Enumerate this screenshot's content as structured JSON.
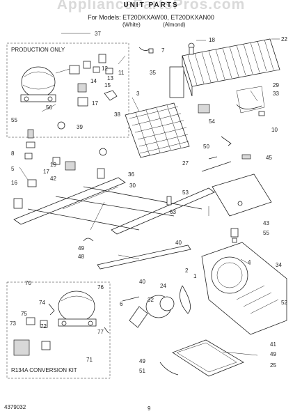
{
  "header": {
    "watermark": "AppliancePartsPros.com",
    "title": "UNIT PARTS",
    "models": "For Models: ET20DKXAW00, ET20DKXAN00",
    "variant_white": "(White)",
    "variant_almond": "(Almond)"
  },
  "insets": {
    "production_only": "PRODUCTION ONLY",
    "conversion_kit": "R134A CONVERSION KIT"
  },
  "callouts": [
    "37",
    "18",
    "22",
    "7",
    "35",
    "11",
    "12",
    "13",
    "14",
    "15",
    "17",
    "56",
    "38",
    "39",
    "55",
    "8",
    "3",
    "54",
    "29",
    "33",
    "10",
    "19",
    "17",
    "42",
    "50",
    "45",
    "27",
    "36",
    "5",
    "16",
    "30",
    "53",
    "63",
    "55",
    "43",
    "40",
    "49",
    "48",
    "4",
    "70",
    "76",
    "74",
    "75",
    "73",
    "72",
    "77",
    "71",
    "40",
    "6",
    "32",
    "24",
    "2",
    "1",
    "49",
    "51",
    "41",
    "49",
    "25",
    "52",
    "34"
  ],
  "footer": {
    "part_number": "4379032",
    "page": "9"
  }
}
